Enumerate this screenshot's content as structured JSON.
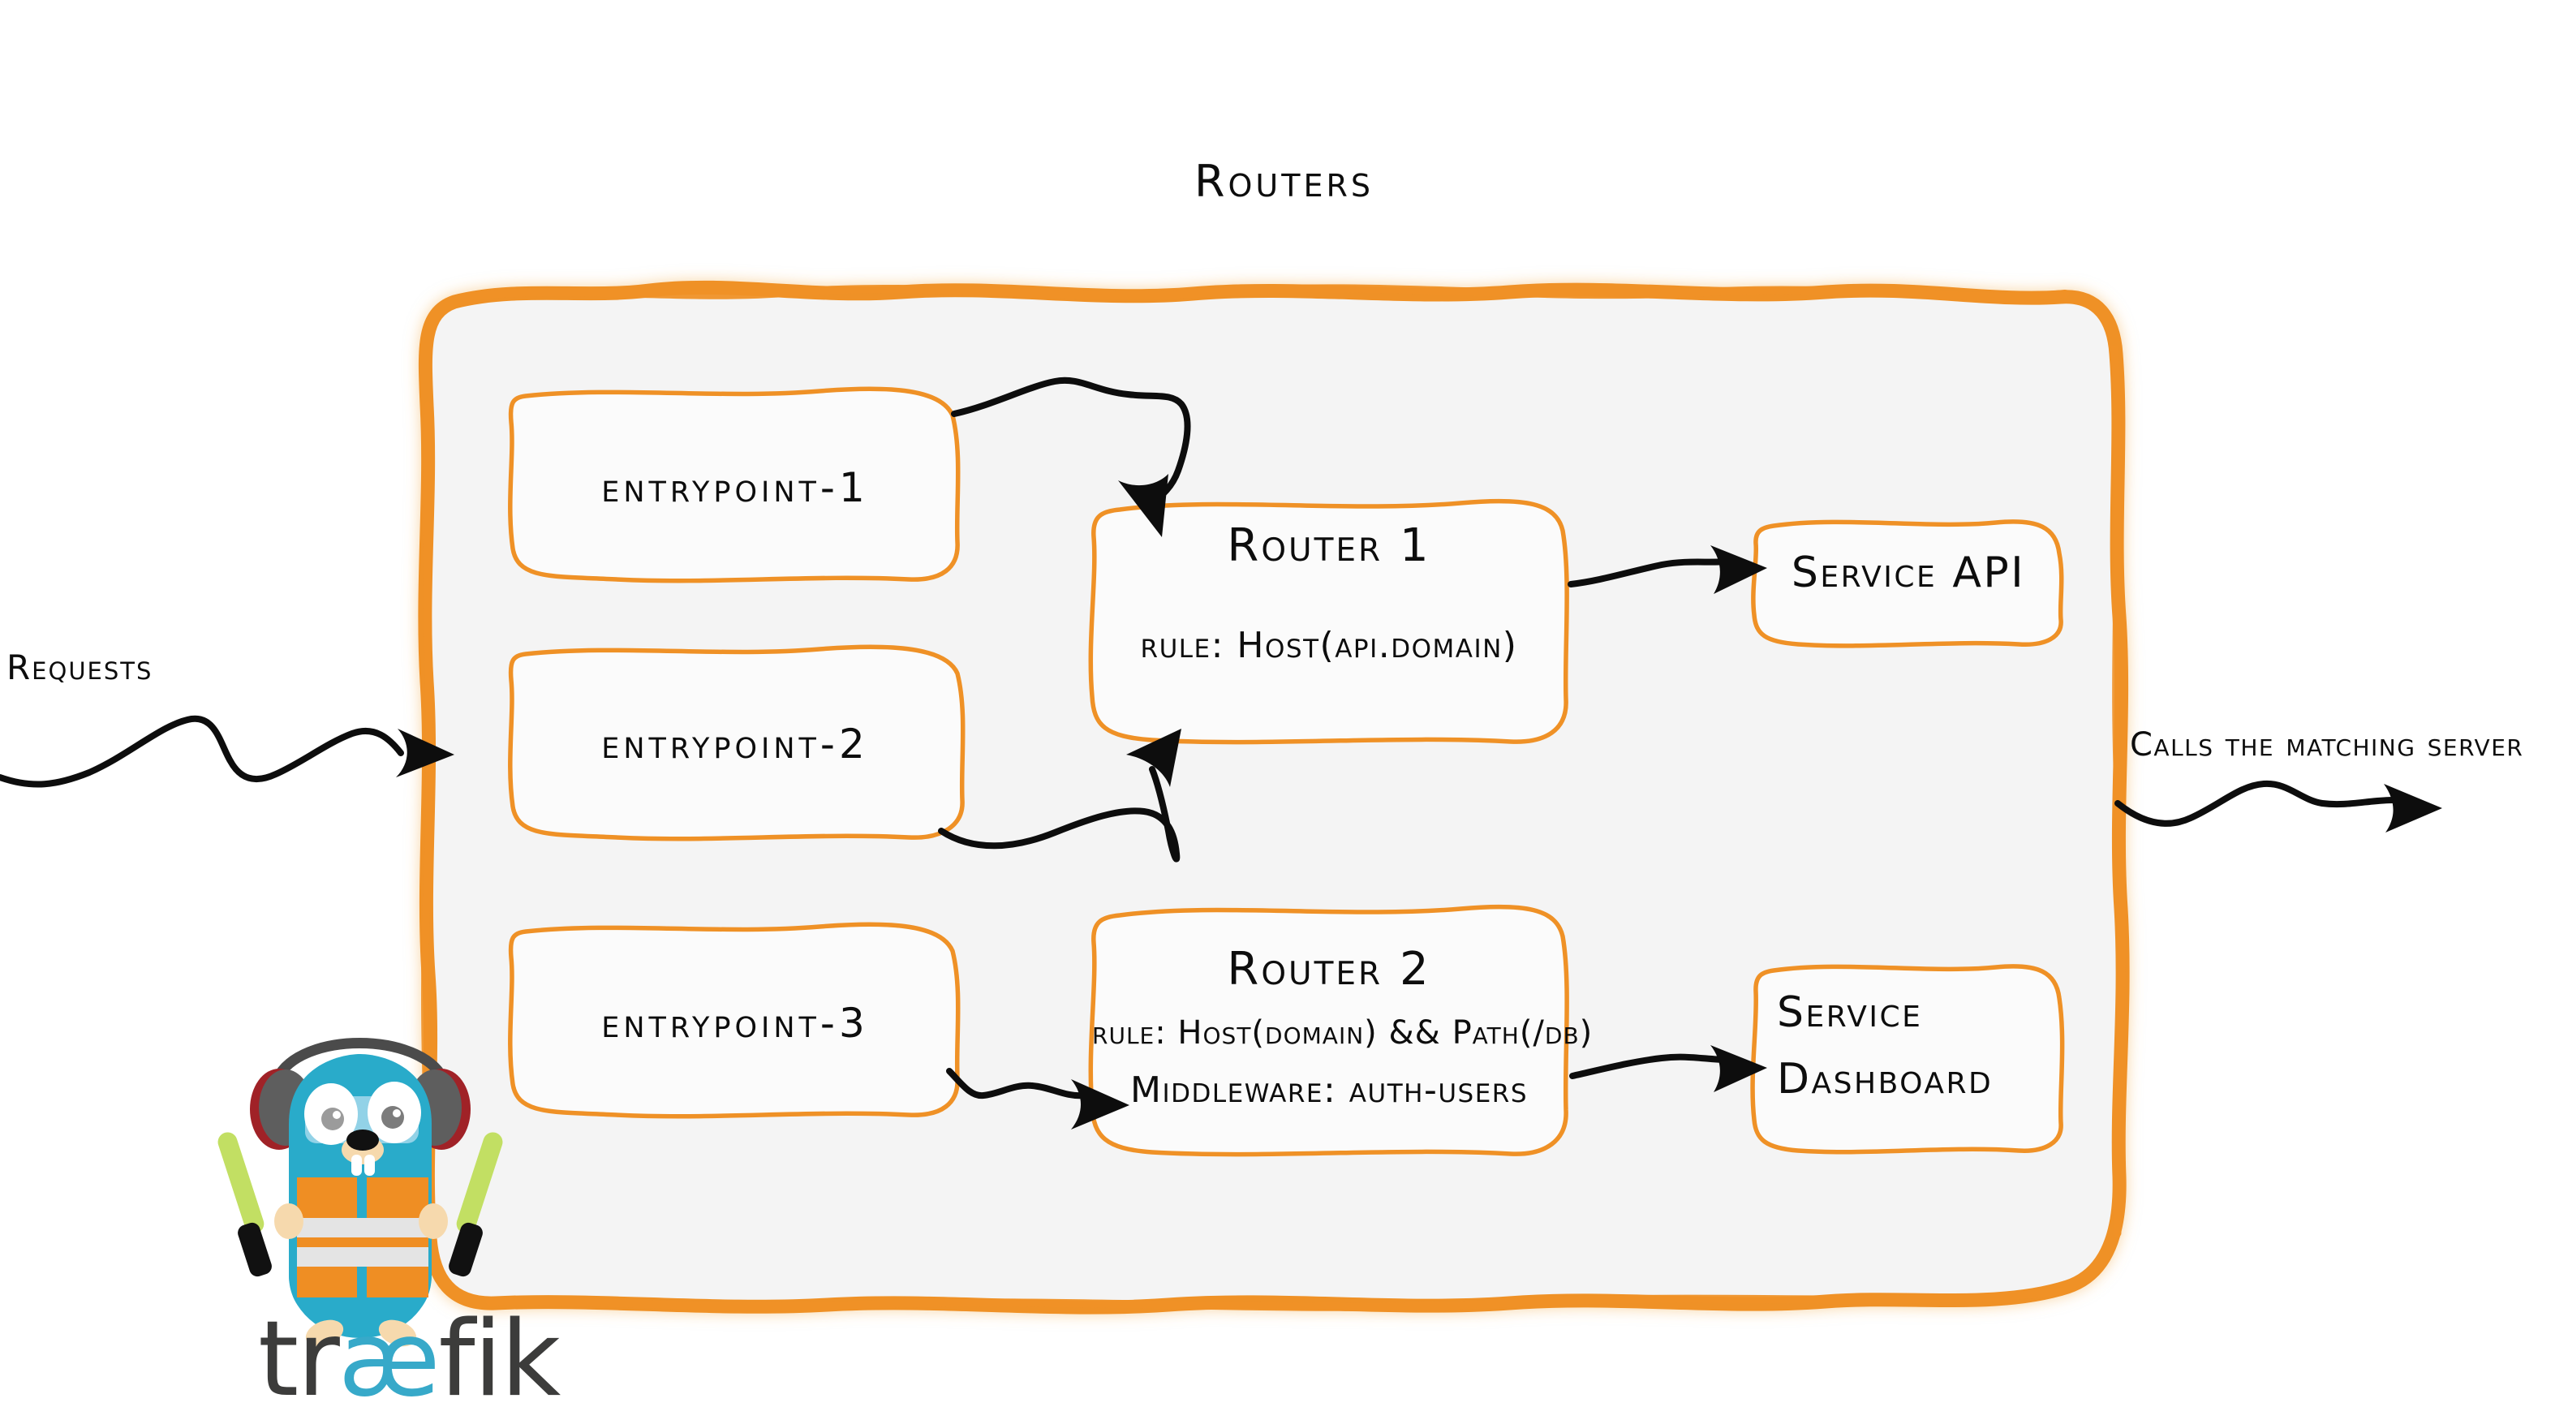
{
  "diagram": {
    "title": "Routers",
    "brand": "traefik",
    "colors": {
      "orange": "#ef9126",
      "panel_fill": "#f4f4f4",
      "ink": "#0d0d0d",
      "gopher_body": "#29abca",
      "gopher_vest": "#ef8e23",
      "gopher_stripe": "#e4e4e4",
      "gopher_wand": "#c2df63",
      "gopher_headphone": "#5b5b5b",
      "gopher_headphone_accent": "#a02227",
      "gopher_skin": "#f6d9ad",
      "wordmark_dark": "#3c3c3b",
      "wordmark_accent": "#37a9c9"
    },
    "labels": {
      "requests": "Requests",
      "calls": "Calls the matching server"
    },
    "entrypoints": [
      {
        "id": "entrypoint-1",
        "label": "entrypoint-1"
      },
      {
        "id": "entrypoint-2",
        "label": "entrypoint-2"
      },
      {
        "id": "entrypoint-3",
        "label": "entrypoint-3"
      }
    ],
    "routers": [
      {
        "id": "router-1",
        "title": "Router 1",
        "lines": [
          "rule: Host(api.domain)"
        ]
      },
      {
        "id": "router-2",
        "title": "Router 2",
        "lines": [
          "rule: Host(domain) && Path(/db)",
          "Middleware: auth-users"
        ]
      }
    ],
    "services": [
      {
        "id": "service-api",
        "lines": [
          "Service API"
        ]
      },
      {
        "id": "service-dashboard",
        "lines": [
          "Service",
          "Dashboard"
        ]
      }
    ],
    "icons": {
      "gopher": "traefik-gopher-mascot",
      "arrow_requests": "wavy-arrow-right-icon",
      "arrow_calls": "wavy-arrow-right-icon",
      "arrow_ep1_router1": "curved-arrow-down-icon",
      "arrow_ep2_router1": "curved-arrow-up-icon",
      "arrow_ep3_router2": "squiggle-arrow-right-icon",
      "arrow_router1_api": "squiggle-arrow-right-icon",
      "arrow_router2_dashboard": "squiggle-arrow-right-icon"
    }
  }
}
